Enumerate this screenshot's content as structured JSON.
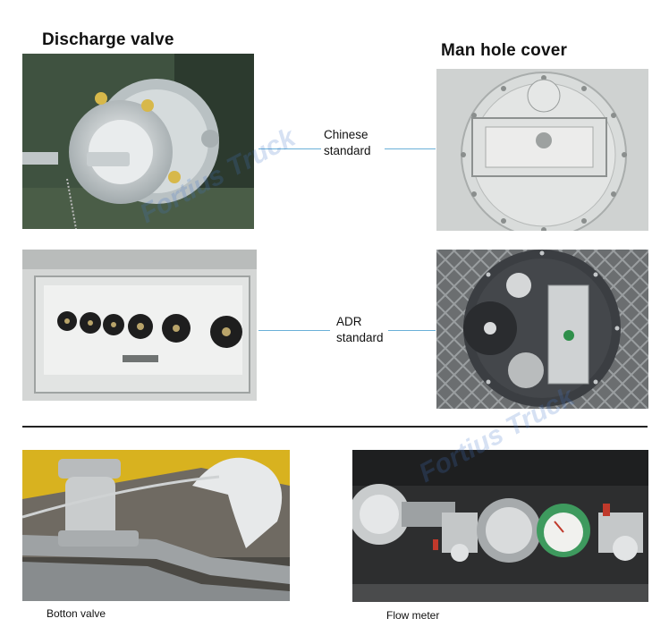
{
  "headings": {
    "discharge_valve": "Discharge valve",
    "man_hole_cover": "Man hole cover"
  },
  "standards": {
    "chinese_line1": "Chinese",
    "chinese_line2": "standard",
    "adr_line1": "ADR",
    "adr_line2": "standard"
  },
  "captions": {
    "bottom_valve": "Botton valve",
    "flow_meter": "Flow meter"
  },
  "watermark": {
    "text": "Fortius Truck"
  },
  "colors": {
    "connector": "#6ab0d8",
    "watermark": "#4678c8"
  }
}
